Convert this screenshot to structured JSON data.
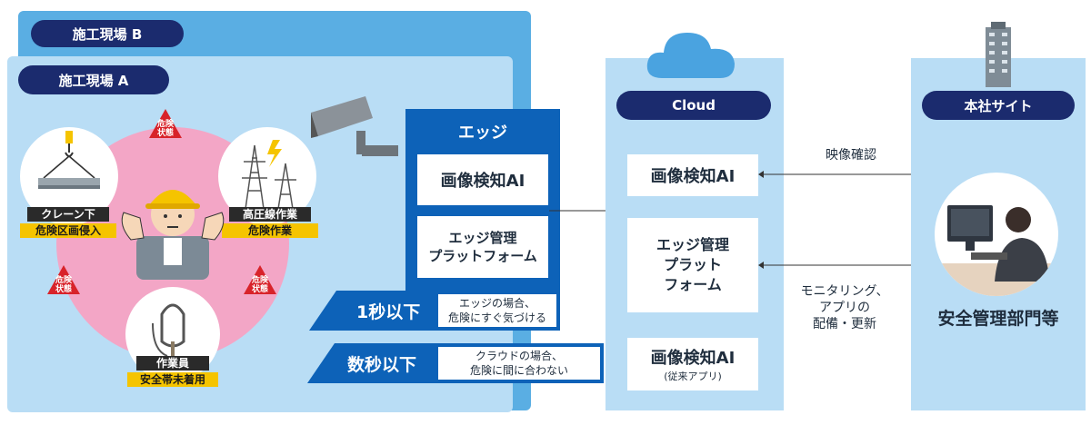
{
  "site_b": {
    "label": "施工現場 B"
  },
  "site_a": {
    "label": "施工現場 A"
  },
  "hazards": {
    "crane": {
      "title": "クレーン下",
      "sub": "危険区画侵入"
    },
    "powerline": {
      "title": "高圧線作業",
      "sub": "危険作業"
    },
    "worker": {
      "title": "作業員",
      "sub": "安全帯未着用"
    },
    "warning_label": "危険\n状態"
  },
  "edge": {
    "title": "エッジ",
    "ai": "画像検知AI",
    "platform": "エッジ管理\nプラットフォーム"
  },
  "latency": {
    "edge": {
      "label": "1秒以下",
      "note": "エッジの場合、\n危険にすぐ気づける"
    },
    "cloud": {
      "label": "数秒以下",
      "note": "クラウドの場合、\n危険に間に合わない"
    }
  },
  "cloud": {
    "label": "Cloud",
    "ai": "画像検知AI",
    "platform": "エッジ管理\nプラット\nフォーム",
    "legacy_ai": "画像検知AI",
    "legacy_sub": "(従来アプリ)"
  },
  "hq": {
    "label": "本社サイト",
    "dept": "安全管理部門等",
    "arrow_video": "映像確認",
    "arrow_monitor": "モニタリング、\nアプリの\n配備・更新"
  },
  "colors": {
    "navy": "#1b2b6e",
    "edge_blue": "#0d62b8",
    "panel_light": "#b9ddf5",
    "panel_mid": "#5aaee3",
    "pink": "#f3a6c6",
    "warning_red": "#d8232a",
    "yellow": "#f5c400"
  }
}
